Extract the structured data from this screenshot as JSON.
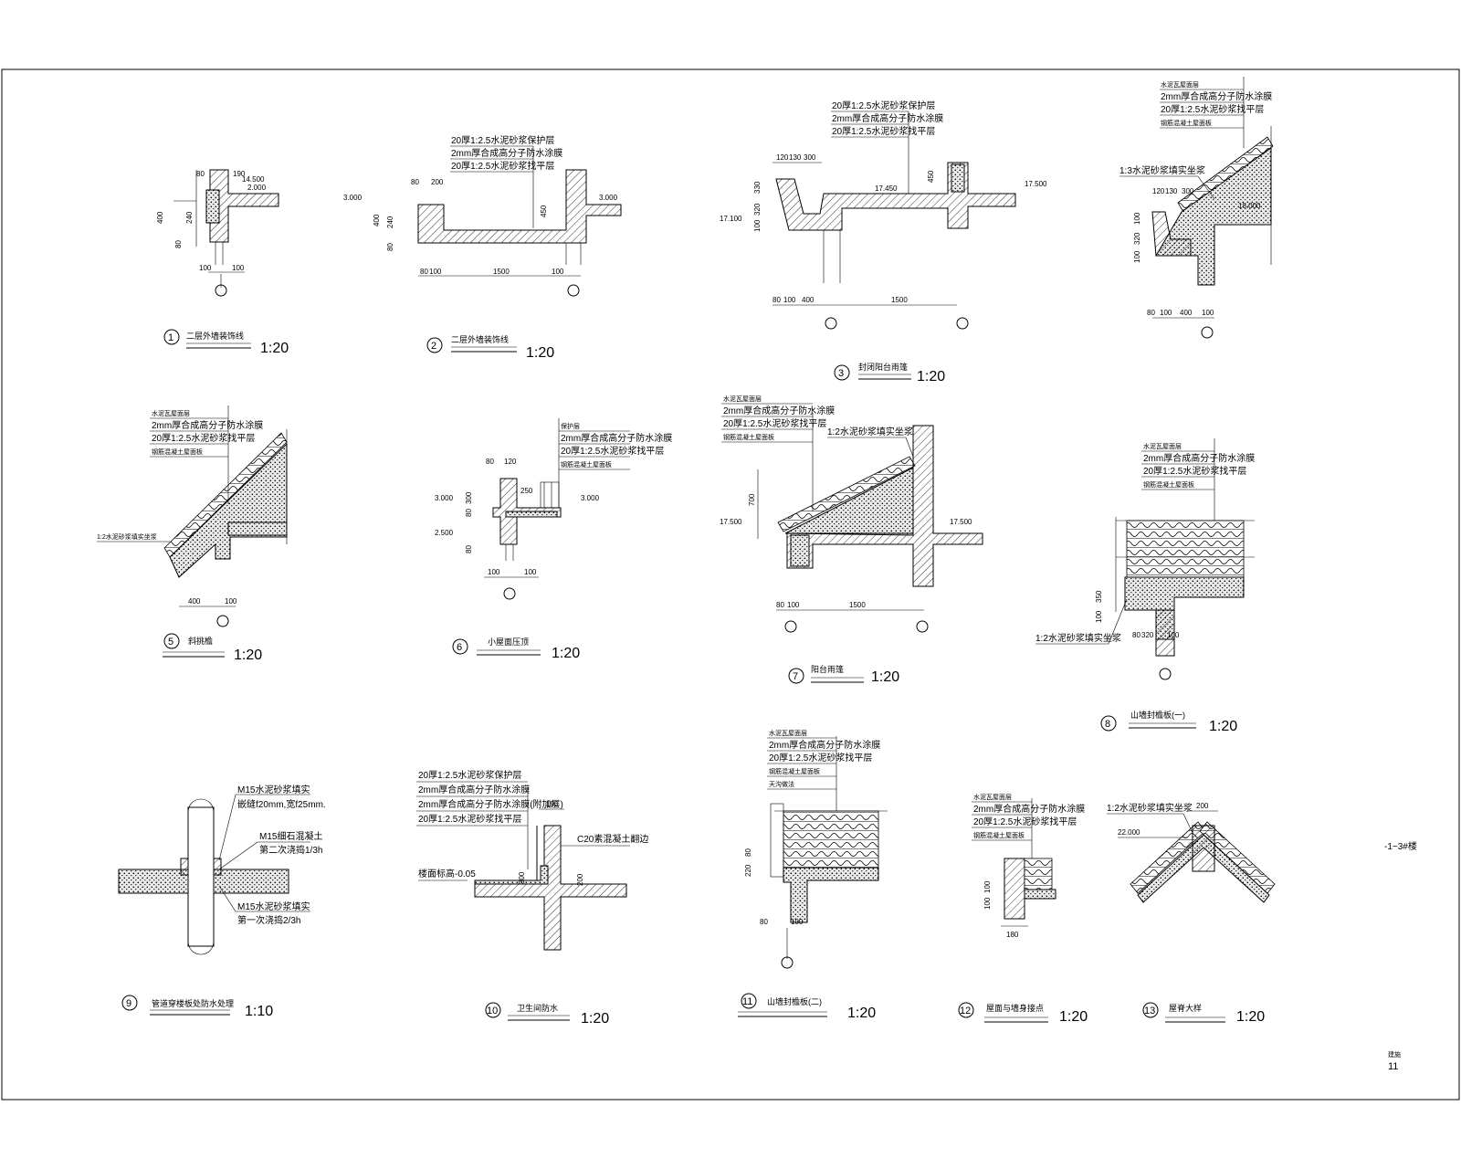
{
  "sheet": {
    "side_note": "-1~3#楼",
    "sheet_label": "建施",
    "sheet_number": "11"
  },
  "details": [
    {
      "id": "d1",
      "number": "1",
      "title": "二层外墙装饰线",
      "scale": "1:20",
      "dims": [
        "80",
        "190",
        "14.500",
        "2.000",
        "400",
        "240",
        "80",
        "100",
        "100"
      ]
    },
    {
      "id": "d2",
      "number": "2",
      "title": "二层外墙装饰线",
      "scale": "1:20",
      "notes": [
        "20厚1:2.5水泥砂浆保护层",
        "2mm厚合成高分子防水涂膜",
        "20厚1:2.5水泥砂浆找平层"
      ],
      "dims": [
        "3.000",
        "3.000",
        "80",
        "200",
        "400",
        "240",
        "80",
        "450",
        "80",
        "100",
        "1500",
        "100"
      ]
    },
    {
      "id": "d3",
      "number": "3",
      "title": "封闭阳台雨篷",
      "scale": "1:20",
      "notes": [
        "20厚1:2.5水泥砂浆保护层",
        "2mm厚合成高分子防水涂膜",
        "20厚1:2.5水泥砂浆找平层"
      ],
      "dims": [
        "120",
        "130",
        "300",
        "17.450",
        "17.500",
        "17.100",
        "330",
        "320",
        "100",
        "450",
        "80",
        "100",
        "400",
        "1500"
      ]
    },
    {
      "id": "d4",
      "number": "",
      "title": "",
      "scale": "",
      "notes": [
        "水泥瓦屋面层",
        "2mm厚合成高分子防水涂膜",
        "20厚1:2.5水泥砂浆找平层",
        "钢筋混凝土屋面板",
        "1:3水泥砂浆填实坐浆"
      ],
      "dims": [
        "120",
        "130",
        "300",
        "18.000",
        "100",
        "320",
        "100",
        "80",
        "100",
        "400",
        "100"
      ]
    },
    {
      "id": "d5",
      "number": "5",
      "title": "斜挑檐",
      "scale": "1:20",
      "notes": [
        "水泥瓦屋面层",
        "2mm厚合成高分子防水涂膜",
        "20厚1:2.5水泥砂浆找平层",
        "钢筋混凝土屋面板",
        "1:2水泥砂浆填实坐浆"
      ],
      "dims": [
        "400",
        "100"
      ]
    },
    {
      "id": "d6",
      "number": "6",
      "title": "小屋面压顶",
      "scale": "1:20",
      "notes": [
        "保护层",
        "2mm厚合成高分子防水涂膜",
        "20厚1:2.5水泥砂浆找平层",
        "钢筋混凝土屋面板"
      ],
      "dims": [
        "80",
        "120",
        "250",
        "3.000",
        "3.000",
        "300",
        "80",
        "2.500",
        "80",
        "100",
        "100"
      ]
    },
    {
      "id": "d7",
      "number": "7",
      "title": "阳台雨篷",
      "scale": "1:20",
      "notes": [
        "水泥瓦屋面层",
        "2mm厚合成高分子防水涂膜",
        "20厚1:2.5水泥砂浆找平层",
        "钢筋混凝土屋面板",
        "1:2水泥砂浆填实坐浆"
      ],
      "dims": [
        "700",
        "17.500",
        "17.500",
        "80",
        "100",
        "1500"
      ]
    },
    {
      "id": "d8",
      "number": "8",
      "title": "山墙封檐板(一)",
      "scale": "1:20",
      "notes": [
        "水泥瓦屋面层",
        "2mm厚合成高分子防水涂膜",
        "20厚1:2.5水泥砂浆找平层",
        "钢筋混凝土屋面板",
        "1:2水泥砂浆填实坐浆"
      ],
      "dims": [
        "350",
        "100",
        "80",
        "320",
        "100"
      ]
    },
    {
      "id": "d9",
      "number": "9",
      "title": "管道穿楼板处防水处理",
      "scale": "1:10",
      "notes": [
        "M15水泥砂浆填实",
        "嵌缝f20mm,宽f25mm.",
        "M15细石混凝土",
        "第二次浇捣1/3h",
        "M15水泥砂浆填实",
        "第一次浇捣2/3h"
      ]
    },
    {
      "id": "d10",
      "number": "10",
      "title": "卫生间防水",
      "scale": "1:20",
      "notes": [
        "20厚1:2.5水泥砂浆保护层",
        "2mm厚合成高分子防水涂膜",
        "2mm厚合成高分子防水涂膜(附加层)",
        "20厚1:2.5水泥砂浆找平层",
        "C20素混凝土翻边",
        "楼面标高-0.05"
      ],
      "dims": [
        "190",
        "300",
        "200"
      ]
    },
    {
      "id": "d11",
      "number": "11",
      "title": "山墙封檐板(二)",
      "scale": "1:20",
      "notes": [
        "水泥瓦屋面层",
        "2mm厚合成高分子防水涂膜",
        "20厚1:2.5水泥砂浆找平层",
        "钢筋混凝土屋面板",
        "天沟做法"
      ],
      "dims": [
        "220",
        "80",
        "80",
        "100"
      ]
    },
    {
      "id": "d12",
      "number": "12",
      "title": "屋面与墙身接点",
      "scale": "1:20",
      "notes": [
        "水泥瓦屋面层",
        "2mm厚合成高分子防水涂膜",
        "20厚1:2.5水泥砂浆找平层",
        "钢筋混凝土屋面板"
      ],
      "dims": [
        "100",
        "100",
        "180"
      ]
    },
    {
      "id": "d13",
      "number": "13",
      "title": "屋脊大样",
      "scale": "1:20",
      "notes": [
        "1:2水泥砂浆填实坐浆"
      ],
      "dims": [
        "200",
        "22.000"
      ]
    }
  ]
}
